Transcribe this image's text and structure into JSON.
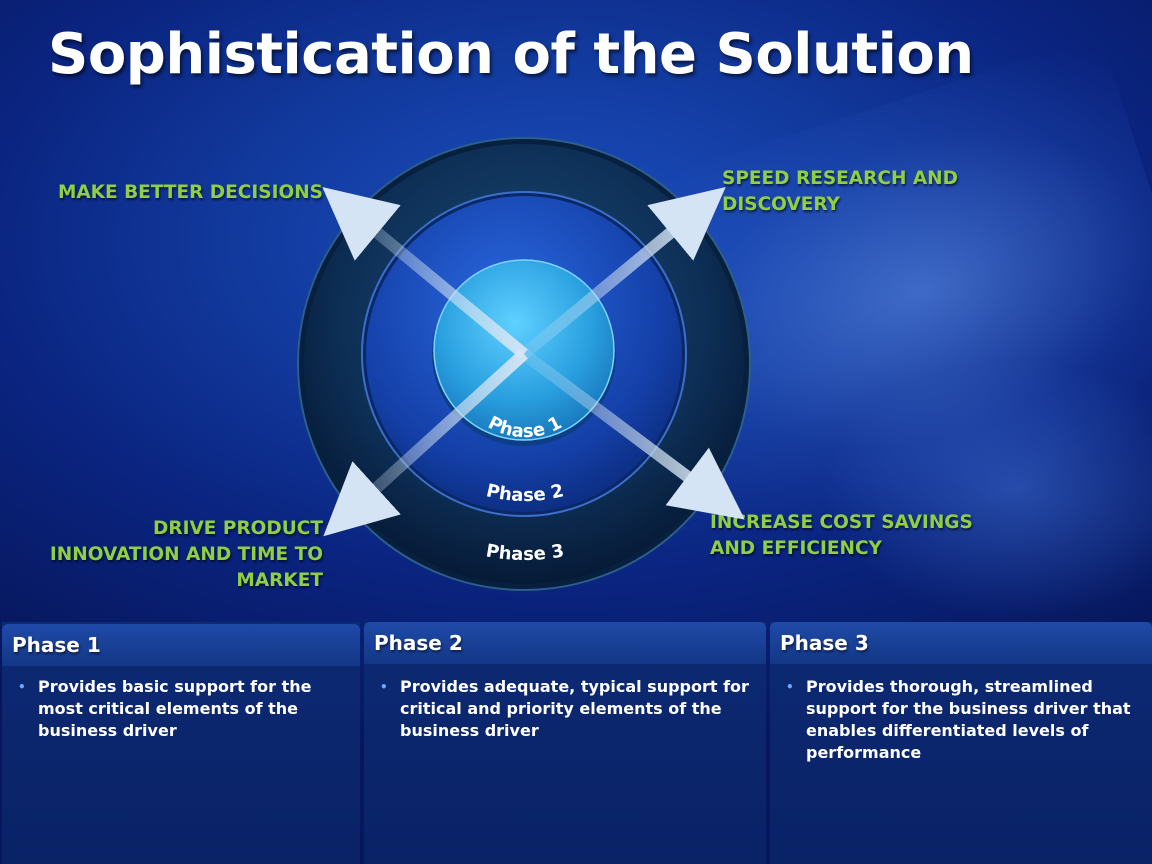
{
  "slide": {
    "title": "Sophistication of the Solution"
  },
  "labels": {
    "top_left": "MAKE BETTER DECISIONS",
    "top_right": "SPEED RESEARCH AND DISCOVERY",
    "bottom_left": "DRIVE PRODUCT INNOVATION AND TIME TO MARKET",
    "bottom_right": "INCREASE COST SAVINGS AND EFFICIENCY"
  },
  "diagram": {
    "rings": [
      "Phase 1",
      "Phase 2",
      "Phase 3"
    ],
    "colors": {
      "outer_ring": "#0b2a4e",
      "middle_ring": "#1746b8",
      "core": "#2aa6e6",
      "arrow": "#c9dcef",
      "label_green": "#8ecf45"
    }
  },
  "panels": [
    {
      "title": "Phase 1",
      "text": "Provides basic support for the most critical elements of the business driver"
    },
    {
      "title": "Phase 2",
      "text": "Provides adequate, typical support for critical and priority elements of the business driver"
    },
    {
      "title": "Phase 3",
      "text": "Provides thorough, streamlined support for the business driver that enables differentiated levels of performance"
    }
  ]
}
